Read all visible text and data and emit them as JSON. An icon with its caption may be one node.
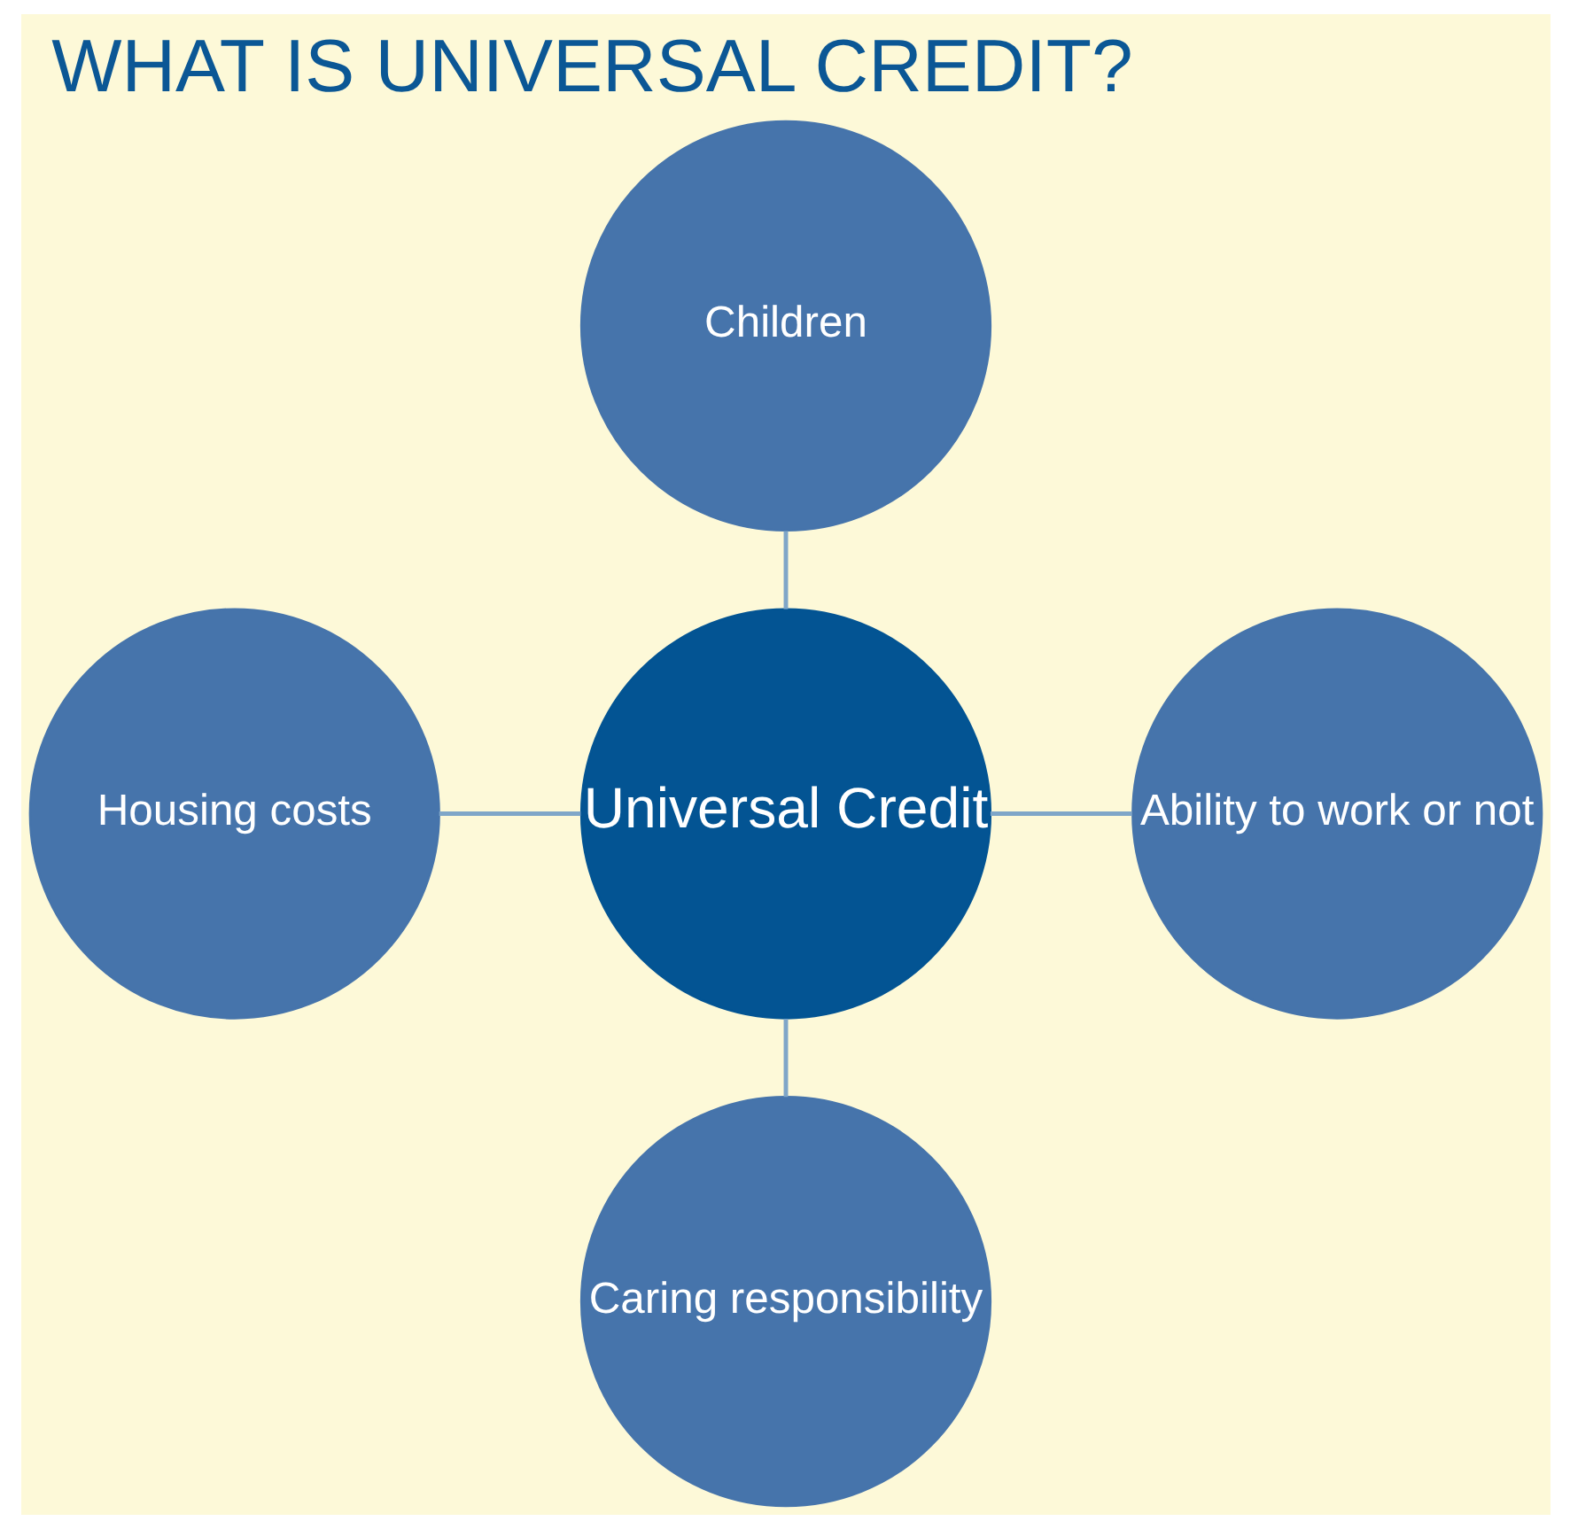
{
  "diagram": {
    "title": "WHAT IS UNIVERSAL CREDIT?",
    "nodes": [
      {
        "text": [
          "Children"
        ]
      },
      {
        "text": [
          "Housing costs"
        ]
      },
      {
        "text": [
          "Universal Credit"
        ]
      },
      {
        "text": [
          "Ability to work or not"
        ]
      },
      {
        "text": [
          "Caring responsibility"
        ]
      }
    ],
    "edges": [
      {
        "from": 0,
        "to": 2,
        "arrow": "none"
      },
      {
        "from": 1,
        "to": 2,
        "arrow": "none"
      },
      {
        "from": 2,
        "to": 3,
        "arrow": "none"
      },
      {
        "from": 2,
        "to": 4,
        "arrow": "none"
      }
    ]
  }
}
